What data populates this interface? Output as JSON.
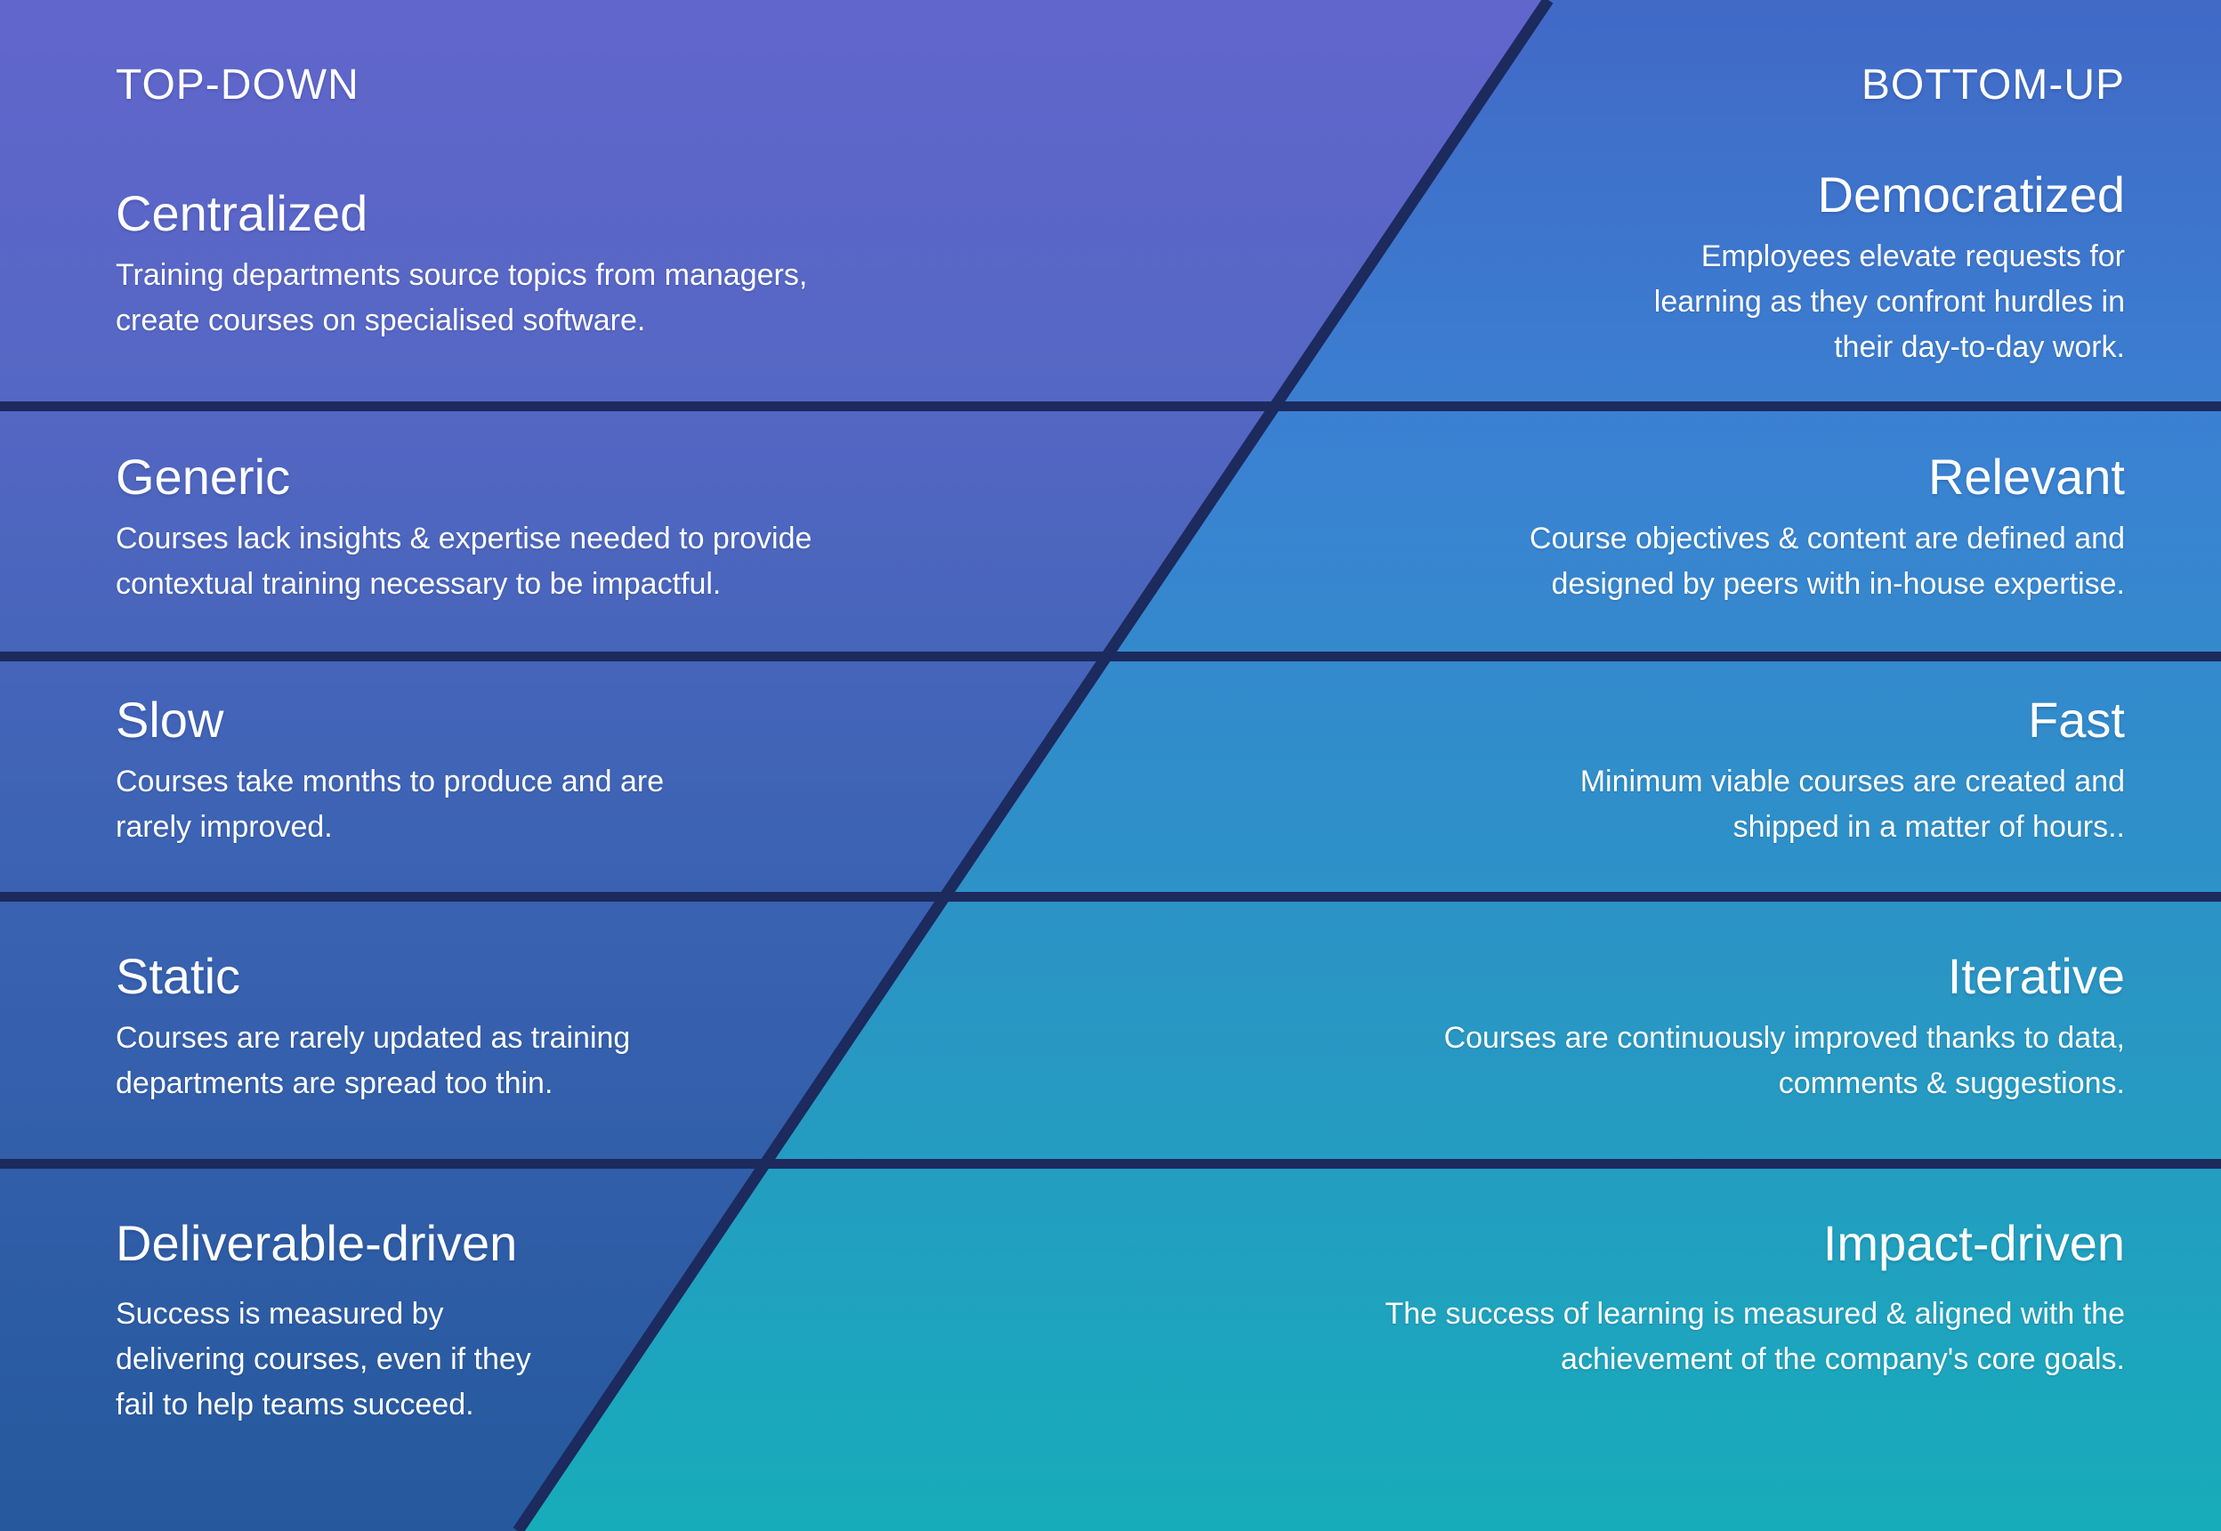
{
  "page": {
    "titles": {
      "left": "TOP-DOWN",
      "right": "BOTTOM-UP"
    }
  },
  "rows": [
    {
      "left": {
        "heading": "Centralized",
        "desc": "Training departments source topics from managers,\ncreate courses on specialised software."
      },
      "right": {
        "heading": "Democratized",
        "desc": "Employees elevate requests for\nlearning as they confront hurdles in\ntheir day-to-day work."
      }
    },
    {
      "left": {
        "heading": "Generic",
        "desc": "Courses lack insights & expertise needed to provide\ncontextual training necessary to be impactful."
      },
      "right": {
        "heading": "Relevant",
        "desc": "Course objectives & content are defined and\ndesigned by peers with in-house expertise."
      }
    },
    {
      "left": {
        "heading": "Slow",
        "desc": "Courses take months to produce and are\nrarely improved."
      },
      "right": {
        "heading": "Fast",
        "desc": "Minimum viable courses are created and\nshipped in a matter of hours.."
      }
    },
    {
      "left": {
        "heading": "Static",
        "desc": "Courses are rarely updated as training\ndepartments are spread too thin."
      },
      "right": {
        "heading": "Iterative",
        "desc": "Courses are continuously improved thanks to data,\ncomments & suggestions."
      }
    },
    {
      "left": {
        "heading": "Deliverable-driven",
        "desc": "Success is measured by\ndelivering courses, even if they\nfail to help teams succeed."
      },
      "right": {
        "heading": "Impact-driven",
        "desc": "The success of learning is measured & aligned with the\nachievement of the company's core goals."
      }
    }
  ],
  "colors": {
    "left_panel_top": "#6166cc",
    "left_panel_bottom": "#25599d",
    "right_panel_top": "#4169c7",
    "right_panel_bottom": "#17acba",
    "divider_line": "#1c2a5e",
    "text": "#ffffff"
  }
}
